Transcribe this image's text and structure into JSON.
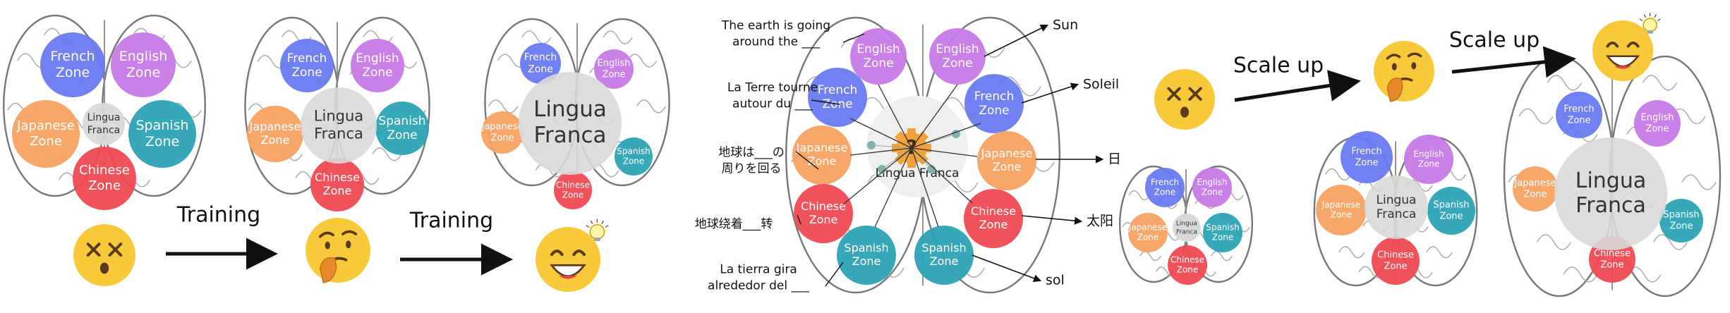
{
  "labels": {
    "french": [
      "French",
      "Zone"
    ],
    "english": [
      "English",
      "Zone"
    ],
    "japanese": [
      "Japanese",
      "Zone"
    ],
    "spanish": [
      "Spanish",
      "Zone"
    ],
    "chinese": [
      "Chinese",
      "Zone"
    ],
    "lingua": [
      "Lingua",
      "Franca"
    ],
    "lingua_inline": "Lingua Franca",
    "question": "?"
  },
  "arrows": {
    "training": "Training",
    "scale_up": "Scale up"
  },
  "queries": [
    [
      "The earth is going",
      "around the ___"
    ],
    [
      "La Terre tourne",
      "autour du ___"
    ],
    [
      "地球は___の",
      "周りを回る"
    ],
    [
      "地球绕着___转"
    ],
    [
      "La tierra gira",
      "alrededor del ___"
    ]
  ],
  "answers": [
    "Sun",
    "Soleil",
    "日",
    "太阳",
    "sol"
  ],
  "colors": {
    "french": "#6a7af0",
    "english": "#c77ae6",
    "japanese": "#f7a262",
    "spanish": "#2ba3b4",
    "chinese": "#ef4a52",
    "lingua": "#d9d9d9",
    "emoji": "#f8c93a"
  }
}
